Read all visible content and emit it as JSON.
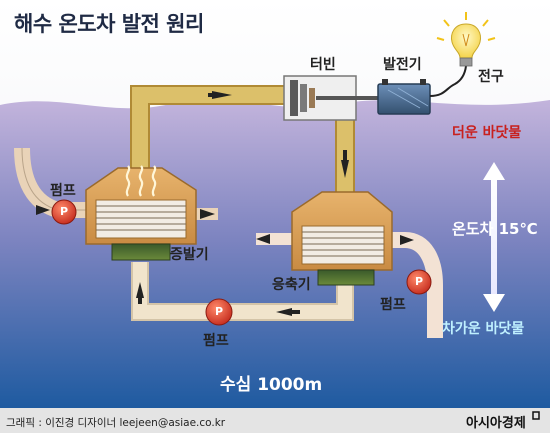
{
  "title": "해수 온도차 발전 원리",
  "labels": {
    "turbine": "터빈",
    "generator": "발전기",
    "bulb": "전구",
    "evaporator": "증발기",
    "condenser": "응축기",
    "pump_left": "펌프",
    "pump_bottom": "펌프",
    "pump_right": "펌프",
    "warm_floor": "더운 바닷물",
    "temp_diff": "온도차 15℃",
    "cold_floor": "차가운 바닷물",
    "depth": "수심 1000m",
    "pump_symbol": "P"
  },
  "footer": {
    "credit": "그래픽 : 이진경 디자이너 leejeen@asiae.co.kr",
    "logo": "아시아경제"
  },
  "colors": {
    "sky": "#f2f4f8",
    "sea_top": "#b7a8d4",
    "sea_bottom": "#1d5aa0",
    "pipe": "#dcc06a",
    "pipe_cold": "#f7dcc4",
    "vessel": "#d69a52",
    "pump": "#d8392a",
    "warm": "#c8201e",
    "cold": "#bff0ff"
  }
}
